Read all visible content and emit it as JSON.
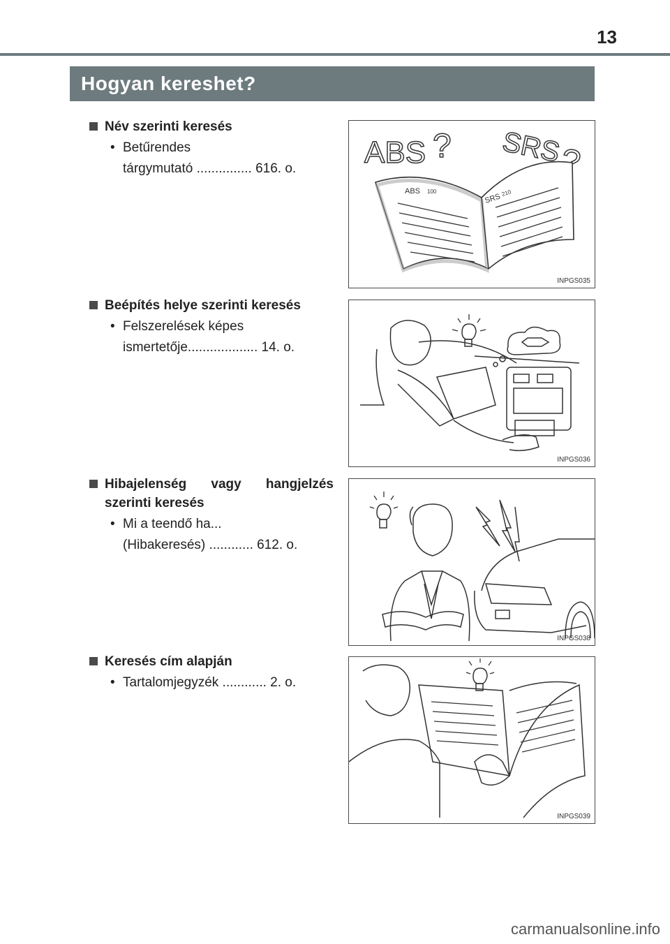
{
  "page_number": "13",
  "title": "Hogyan kereshet?",
  "sections": [
    {
      "heading": "Név szerinti keresés",
      "bullet_line1": "Betűrendes",
      "bullet_line2": "tárgymutató ............... 616. o.",
      "figure_code": "INPGS035"
    },
    {
      "heading": "Beépítés helye szerinti keresés",
      "bullet_line1": "Felszerelések képes",
      "bullet_line2": "ismertetője................... 14. o.",
      "figure_code": "INPGS036"
    },
    {
      "heading_line1": "Hibajelenség vagy hangjelzés",
      "heading_line2": "szerinti keresés",
      "bullet_line1": "Mi a teendő ha...",
      "bullet_line2": "(Hibakeresés) ............ 612. o.",
      "figure_code": "INPGS038"
    },
    {
      "heading": "Keresés cím alapján",
      "bullet_line1": "Tartalomjegyzék ............ 2. o.",
      "figure_code": "INPGS039"
    }
  ],
  "figure1_labels": {
    "abs_big": "ABS",
    "srs_big": "SRS",
    "question": "?",
    "abs_small": "ABS",
    "abs_page": "100",
    "srs_small": "SRS",
    "srs_page": "210"
  },
  "bullet_symbol": "•",
  "watermark": "carmanualsonline.info",
  "colors": {
    "band": "#6d7b7e",
    "square": "#4a4a4a"
  }
}
